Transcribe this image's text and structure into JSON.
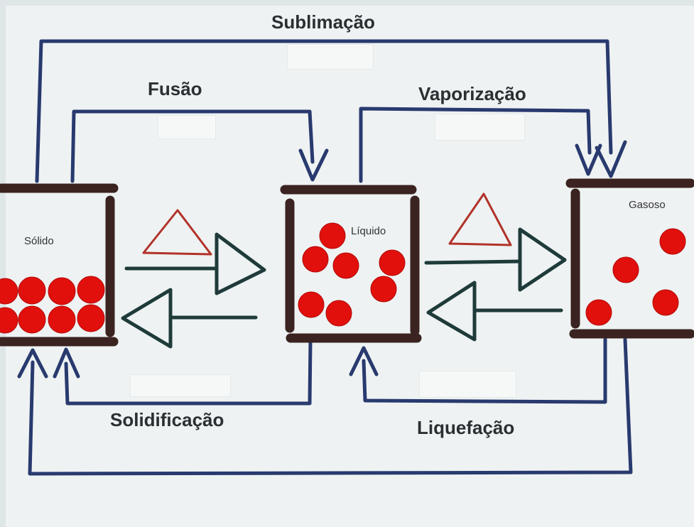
{
  "diagram": {
    "labels": {
      "sublimacao": "Sublimação",
      "fusao": "Fusão",
      "vaporizacao": "Vaporização",
      "solidificacao": "Solidificação",
      "liquefacao": "Liquefação"
    },
    "states": {
      "solido": "Sólido",
      "liquido": "Líquido",
      "gasoso": "Gasoso"
    },
    "colors": {
      "arrow_line": "#283a6e",
      "container": "#3a2320",
      "particle": "#e1100d",
      "warm_triangle": "#b2322a",
      "arrow_head": "#1e3b3a",
      "label_text": "#2b2f33",
      "board": "#eef2f2"
    }
  }
}
